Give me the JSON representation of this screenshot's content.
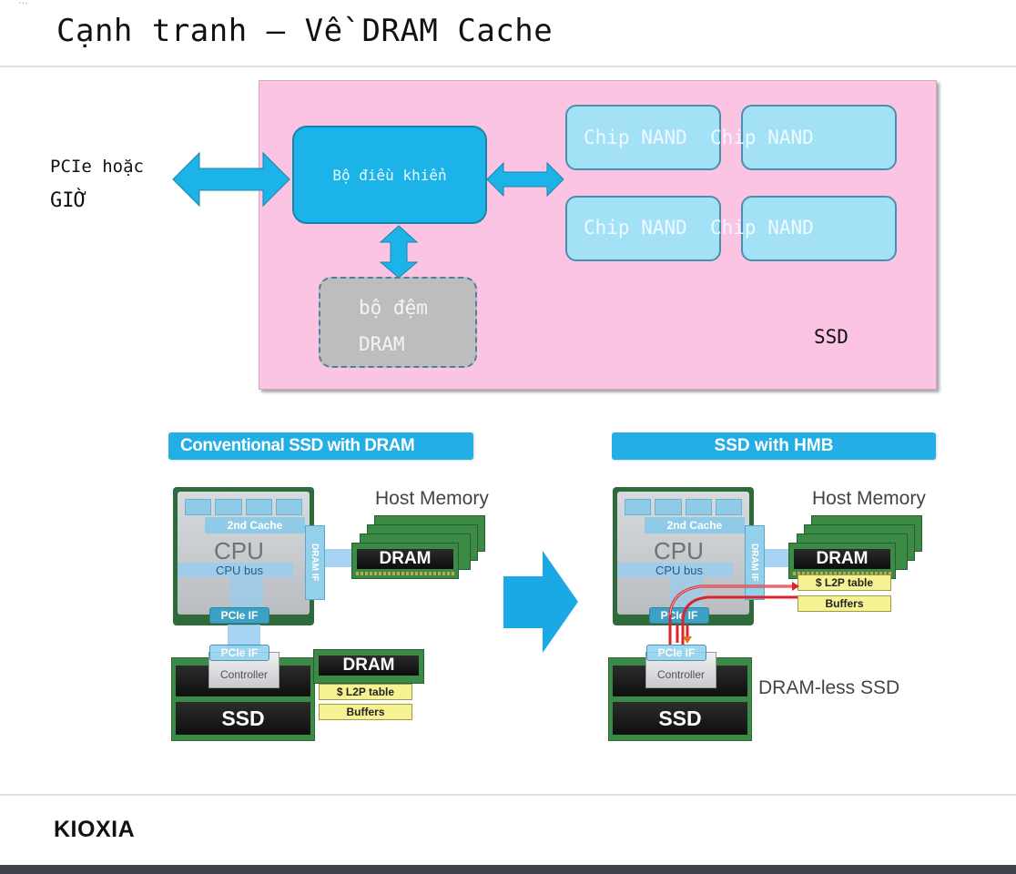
{
  "page": {
    "top_cutoff_text": "…",
    "title": "Cạnh tranh – Về DRAM Cache",
    "footer_logo": "KIOXIA"
  },
  "top_diagram": {
    "host_interface_label": [
      "PCIe hoặc",
      "GIỜ"
    ],
    "controller_label": "Bộ điều khiển",
    "nand_chips": [
      {
        "label": "Chip NAND"
      },
      {
        "label": "Chip NAND"
      },
      {
        "label": "Chip NAND"
      },
      {
        "label": "Chip NAND"
      }
    ],
    "dram_buffer_label": [
      "bộ đệm",
      "DRAM"
    ],
    "ssd_label": "SSD",
    "colors": {
      "ssd_background": "#fbc4e2",
      "controller": "#1cb4e8",
      "nand_chip": "#a3e1f6",
      "dram_buffer": "#bdbdbd",
      "arrow": "#1cb4e8"
    }
  },
  "bottom_left": {
    "banner": "Conventional SSD with DRAM",
    "host_memory_label": "Host Memory",
    "cpu": {
      "cache_label": "2nd Cache",
      "cpu_label": "CPU",
      "bus_label": "CPU bus",
      "dram_if_label": "DRAM IF",
      "pcie_if_label": "PCIe IF"
    },
    "host_dram_label": "DRAM",
    "ssd": {
      "pcie_if_label": "PCIe IF",
      "controller_label": "Controller",
      "ssd_label": "SSD",
      "dram_label": "DRAM",
      "l2p_label": "$ L2P table",
      "buffers_label": "Buffers"
    }
  },
  "bottom_right": {
    "banner": "SSD with HMB",
    "host_memory_label": "Host Memory",
    "cpu": {
      "cache_label": "2nd Cache",
      "cpu_label": "CPU",
      "bus_label": "CPU bus",
      "dram_if_label": "DRAM IF",
      "pcie_if_label": "PCIe IF"
    },
    "host_dram_label": "DRAM",
    "l2p_label": "$ L2P table",
    "buffers_label": "Buffers",
    "ssd": {
      "pcie_if_label": "PCIe IF",
      "controller_label": "Controller",
      "ssd_label": "SSD"
    },
    "dramless_label": "DRAM-less SSD"
  },
  "colors": {
    "banner": "#24aee6",
    "transition_arrow": "#1ba9e6",
    "hmb_path": "#d9252b",
    "footer_bar": "#3f4246"
  }
}
